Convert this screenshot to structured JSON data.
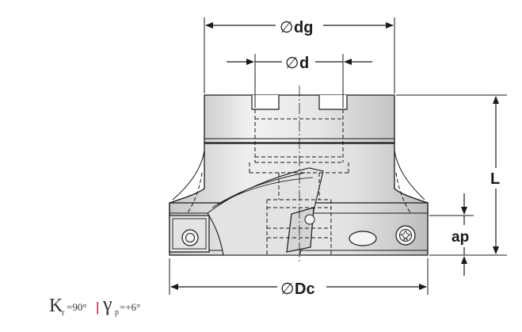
{
  "dimensions": {
    "dg_symbol": "∅",
    "dg_label": "dg",
    "d_symbol": "∅",
    "d_label": "d",
    "dc_symbol": "∅",
    "dc_label": "Dc",
    "l_label": "L",
    "ap_label": "ap"
  },
  "angles": {
    "kappa_symbol": "K",
    "kappa_sub": "r",
    "kappa_value": "=90°",
    "separator": "|",
    "gamma_symbol": "γ",
    "gamma_sub": "p",
    "gamma_value": "=+6°"
  },
  "colors": {
    "line": "#1a1a1a",
    "body_fill": "#e8e8e8",
    "body_shade": "#c9c9c9",
    "separator": "#c8102e"
  }
}
